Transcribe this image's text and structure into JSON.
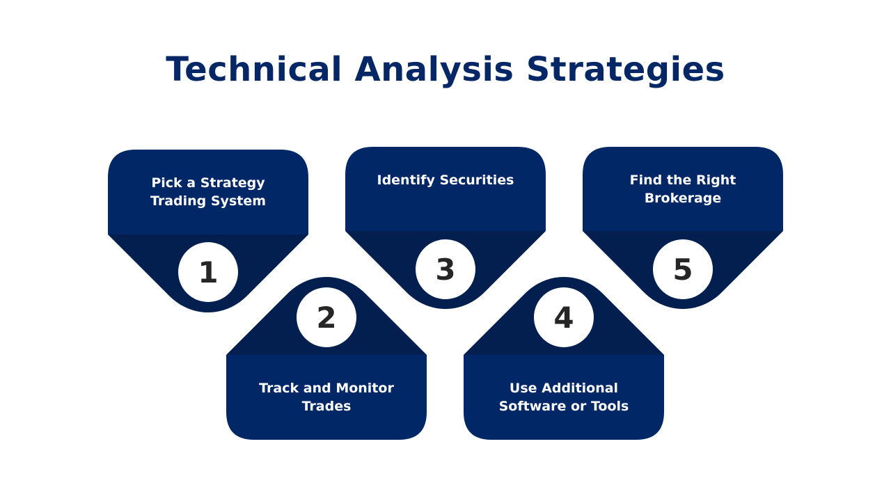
{
  "title": "Technical Analysis Strategies",
  "colors": {
    "primary": "#022767",
    "dark": "#031F4F",
    "number": "#262626"
  },
  "steps": [
    {
      "number": "1",
      "label": "Pick a Strategy Trading System"
    },
    {
      "number": "2",
      "label": "Track and Monitor Trades"
    },
    {
      "number": "3",
      "label": "Identify Securities"
    },
    {
      "number": "4",
      "label": "Use Additional Software or Tools"
    },
    {
      "number": "5",
      "label": "Find the Right Brokerage"
    }
  ]
}
